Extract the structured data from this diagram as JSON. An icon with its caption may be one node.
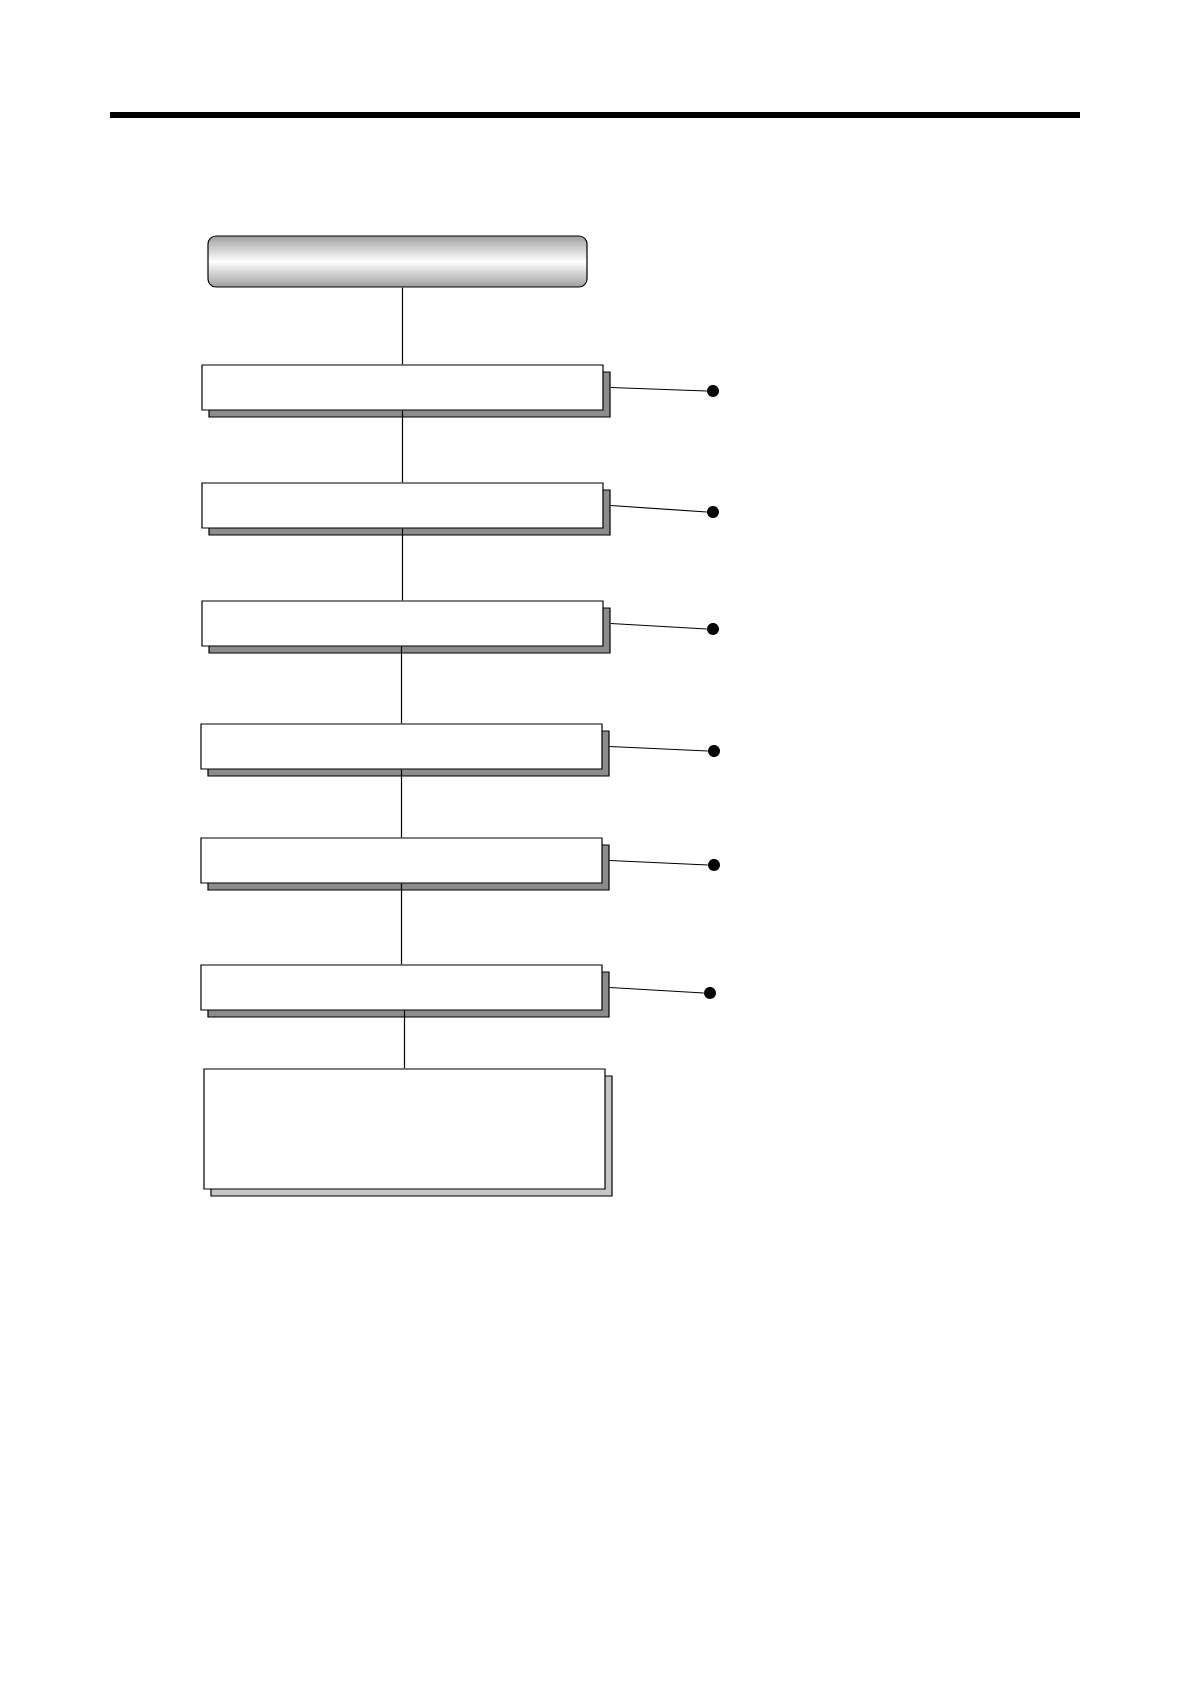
{
  "diagram": {
    "nodes": [
      {
        "text": [],
        "shape": "box"
      },
      {
        "text": [],
        "shape": "box"
      },
      {
        "text": [],
        "shape": "box"
      },
      {
        "text": [],
        "shape": "box"
      },
      {
        "text": [],
        "shape": "box"
      },
      {
        "text": [],
        "shape": "box"
      },
      {
        "text": [],
        "shape": "box"
      },
      {
        "text": [],
        "shape": "box"
      },
      {
        "text": [],
        "shape": "circle"
      },
      {
        "text": [],
        "shape": "circle"
      },
      {
        "text": [],
        "shape": "circle"
      },
      {
        "text": [],
        "shape": "circle"
      },
      {
        "text": [],
        "shape": "circle"
      },
      {
        "text": [],
        "shape": "circle"
      }
    ],
    "edges": [
      {
        "from": 0,
        "to": 1,
        "arrow": "none"
      },
      {
        "from": 1,
        "to": 2,
        "arrow": "none"
      },
      {
        "from": 2,
        "to": 3,
        "arrow": "none"
      },
      {
        "from": 3,
        "to": 4,
        "arrow": "none"
      },
      {
        "from": 4,
        "to": 5,
        "arrow": "none"
      },
      {
        "from": 5,
        "to": 6,
        "arrow": "none"
      },
      {
        "from": 6,
        "to": 7,
        "arrow": "none"
      },
      {
        "from": 1,
        "to": 8,
        "arrow": "none"
      },
      {
        "from": 2,
        "to": 9,
        "arrow": "none"
      },
      {
        "from": 3,
        "to": 10,
        "arrow": "none"
      },
      {
        "from": 4,
        "to": 11,
        "arrow": "none"
      },
      {
        "from": 5,
        "to": 12,
        "arrow": "none"
      },
      {
        "from": 6,
        "to": 13,
        "arrow": "none"
      }
    ]
  }
}
